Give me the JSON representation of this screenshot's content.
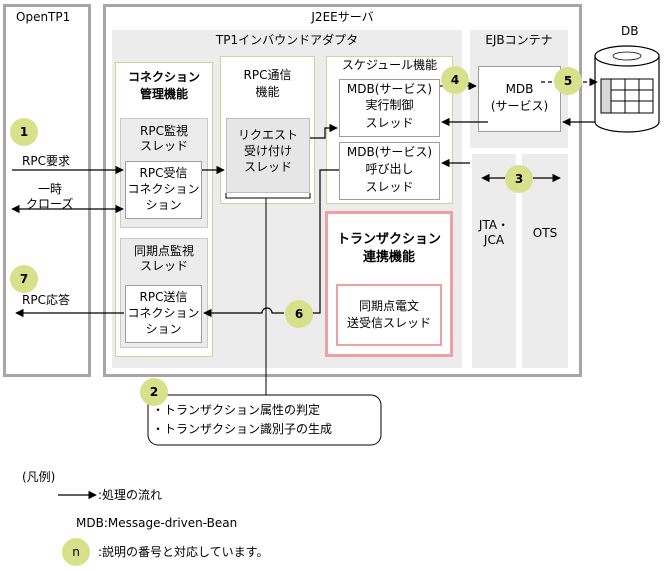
{
  "opentp1": {
    "title": "OpenTP1"
  },
  "j2ee": {
    "title": "J2EEサーバ"
  },
  "adapter": {
    "title": "TP1インバウンドアダプタ"
  },
  "ejb": {
    "title": "EJBコンテナ"
  },
  "db": {
    "title": "DB"
  },
  "conn_mgmt": {
    "title_line1": "コネクション",
    "title_line2": "管理機能"
  },
  "rpc_monitor": {
    "line1": "RPC監視",
    "line2": "スレッド"
  },
  "rpc_recv_conn": {
    "line1": "RPC受信",
    "line2": "コネクション"
  },
  "sync_monitor": {
    "line1": "同期点監視",
    "line2": "スレッド"
  },
  "rpc_send_conn": {
    "line1": "RPC送信",
    "line2": "コネクション"
  },
  "rpc_comm": {
    "line1": "RPC通信",
    "line2": "機能"
  },
  "request_thread": {
    "line1": "リクエスト",
    "line2": "受け付け",
    "line3": "スレッド"
  },
  "schedule": {
    "title": "スケジュール機能"
  },
  "mdb_exec": {
    "line1": "MDB(サービス)",
    "line2": "実行制御",
    "line3": "スレッド"
  },
  "mdb_call": {
    "line1": "MDB(サービス)",
    "line2": "呼び出し",
    "line3": "スレッド"
  },
  "txn_link": {
    "line1": "トランザクション",
    "line2": "連携機能"
  },
  "sync_thread": {
    "line1": "同期点電文",
    "line2": "送受信スレッド"
  },
  "mdb_service": {
    "line1": "MDB",
    "line2": "(サービス)"
  },
  "jta": {
    "line1": "JTA・",
    "line2": "JCA"
  },
  "ots": {
    "label": "OTS"
  },
  "labels": {
    "rpc_request": "RPC要求",
    "temp_close_1": "一時",
    "temp_close_2": "クローズ",
    "rpc_response": "RPC応答"
  },
  "callout": {
    "line1": "・トランザクション属性の判定",
    "line2": "・トランザクション識別子の生成"
  },
  "numbers": [
    "1",
    "2",
    "3",
    "4",
    "5",
    "6",
    "7"
  ],
  "legend": {
    "title": "(凡例)",
    "flow": ":処理の流れ",
    "mdb": "MDB:Message-driven-Bean",
    "num_sample": "n",
    "num_desc": ":説明の番号と対応しています。"
  },
  "colors": {
    "number_circle": "#d7e08a",
    "txn_border": "#f0a0a0",
    "yellow_border": "#cfd39a",
    "outer_border": "#a6a6a6"
  }
}
